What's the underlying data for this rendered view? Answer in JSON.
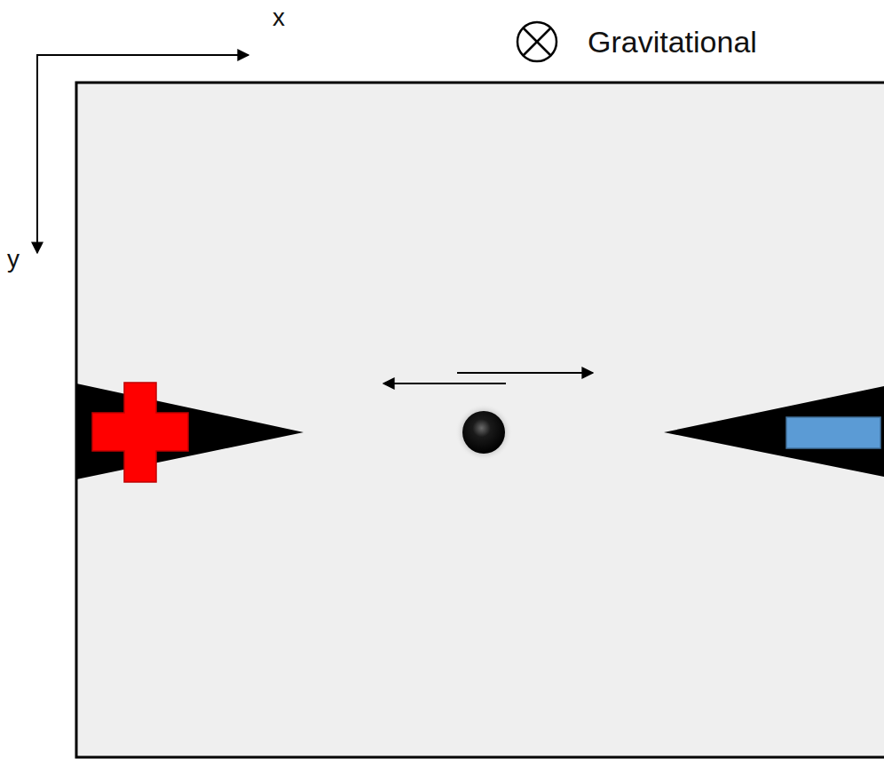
{
  "diagram": {
    "labels": [
      "x",
      "y",
      "Gravitational"
    ]
  }
}
